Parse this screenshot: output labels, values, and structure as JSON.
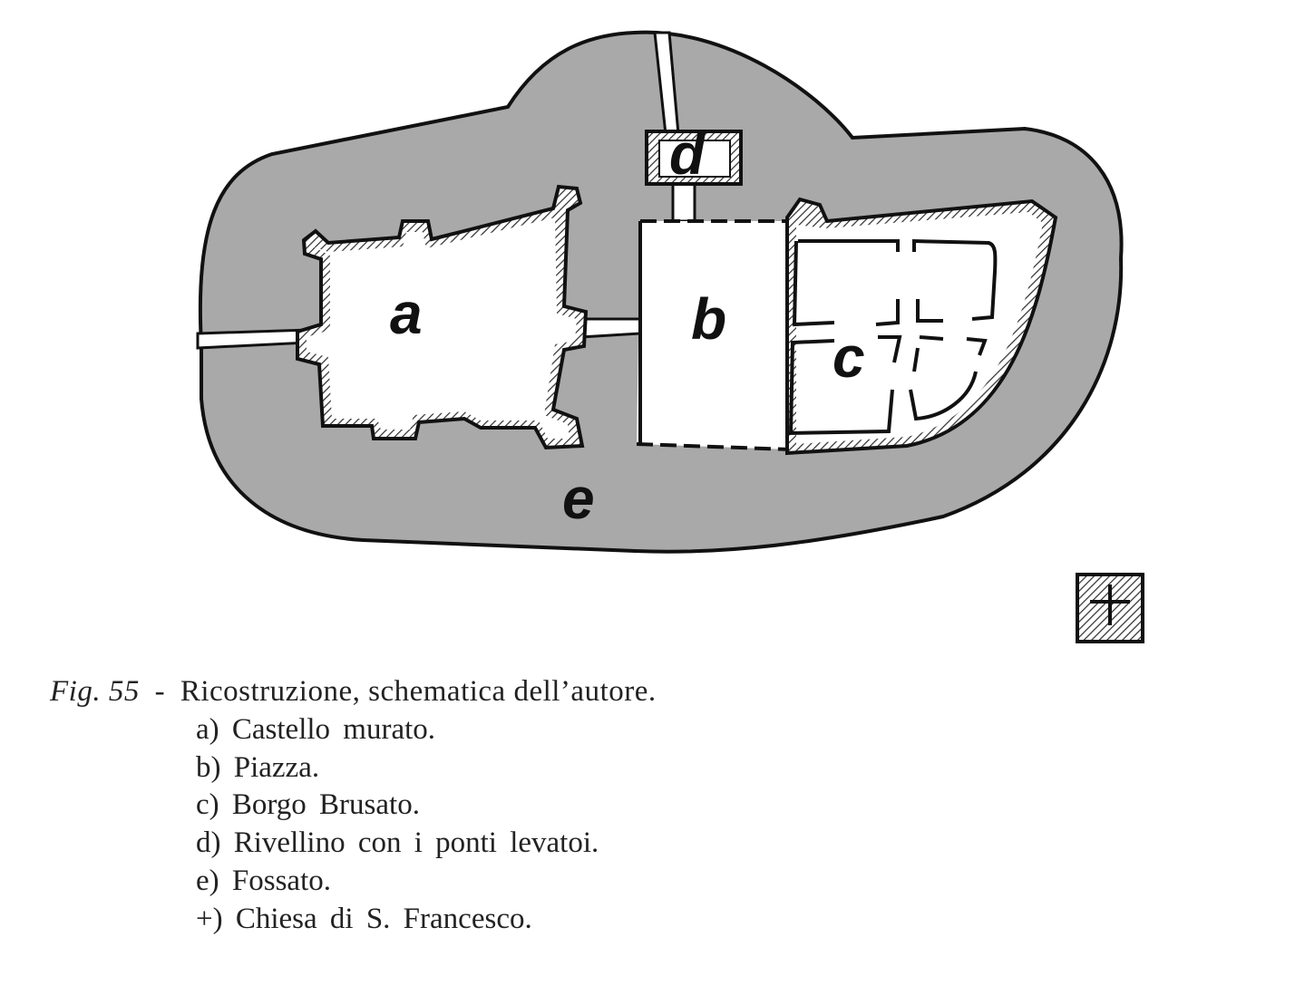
{
  "diagram": {
    "labels": {
      "a": "a",
      "b": "b",
      "c": "c",
      "d": "d",
      "e": "e"
    },
    "church_symbol": "+",
    "colors": {
      "moat": "#a9a9a9",
      "ink": "#111111",
      "area": "#ffffff"
    }
  },
  "caption": {
    "figure": "Fig. 55",
    "separator": "-",
    "title": "Ricostruzione, schematica dell’autore.",
    "items": [
      "a) Castello murato.",
      "b) Piazza.",
      "c) Borgo Brusato.",
      "d) Rivellino con i ponti levatoi.",
      "e) Fossato.",
      "+) Chiesa di S. Francesco."
    ]
  }
}
